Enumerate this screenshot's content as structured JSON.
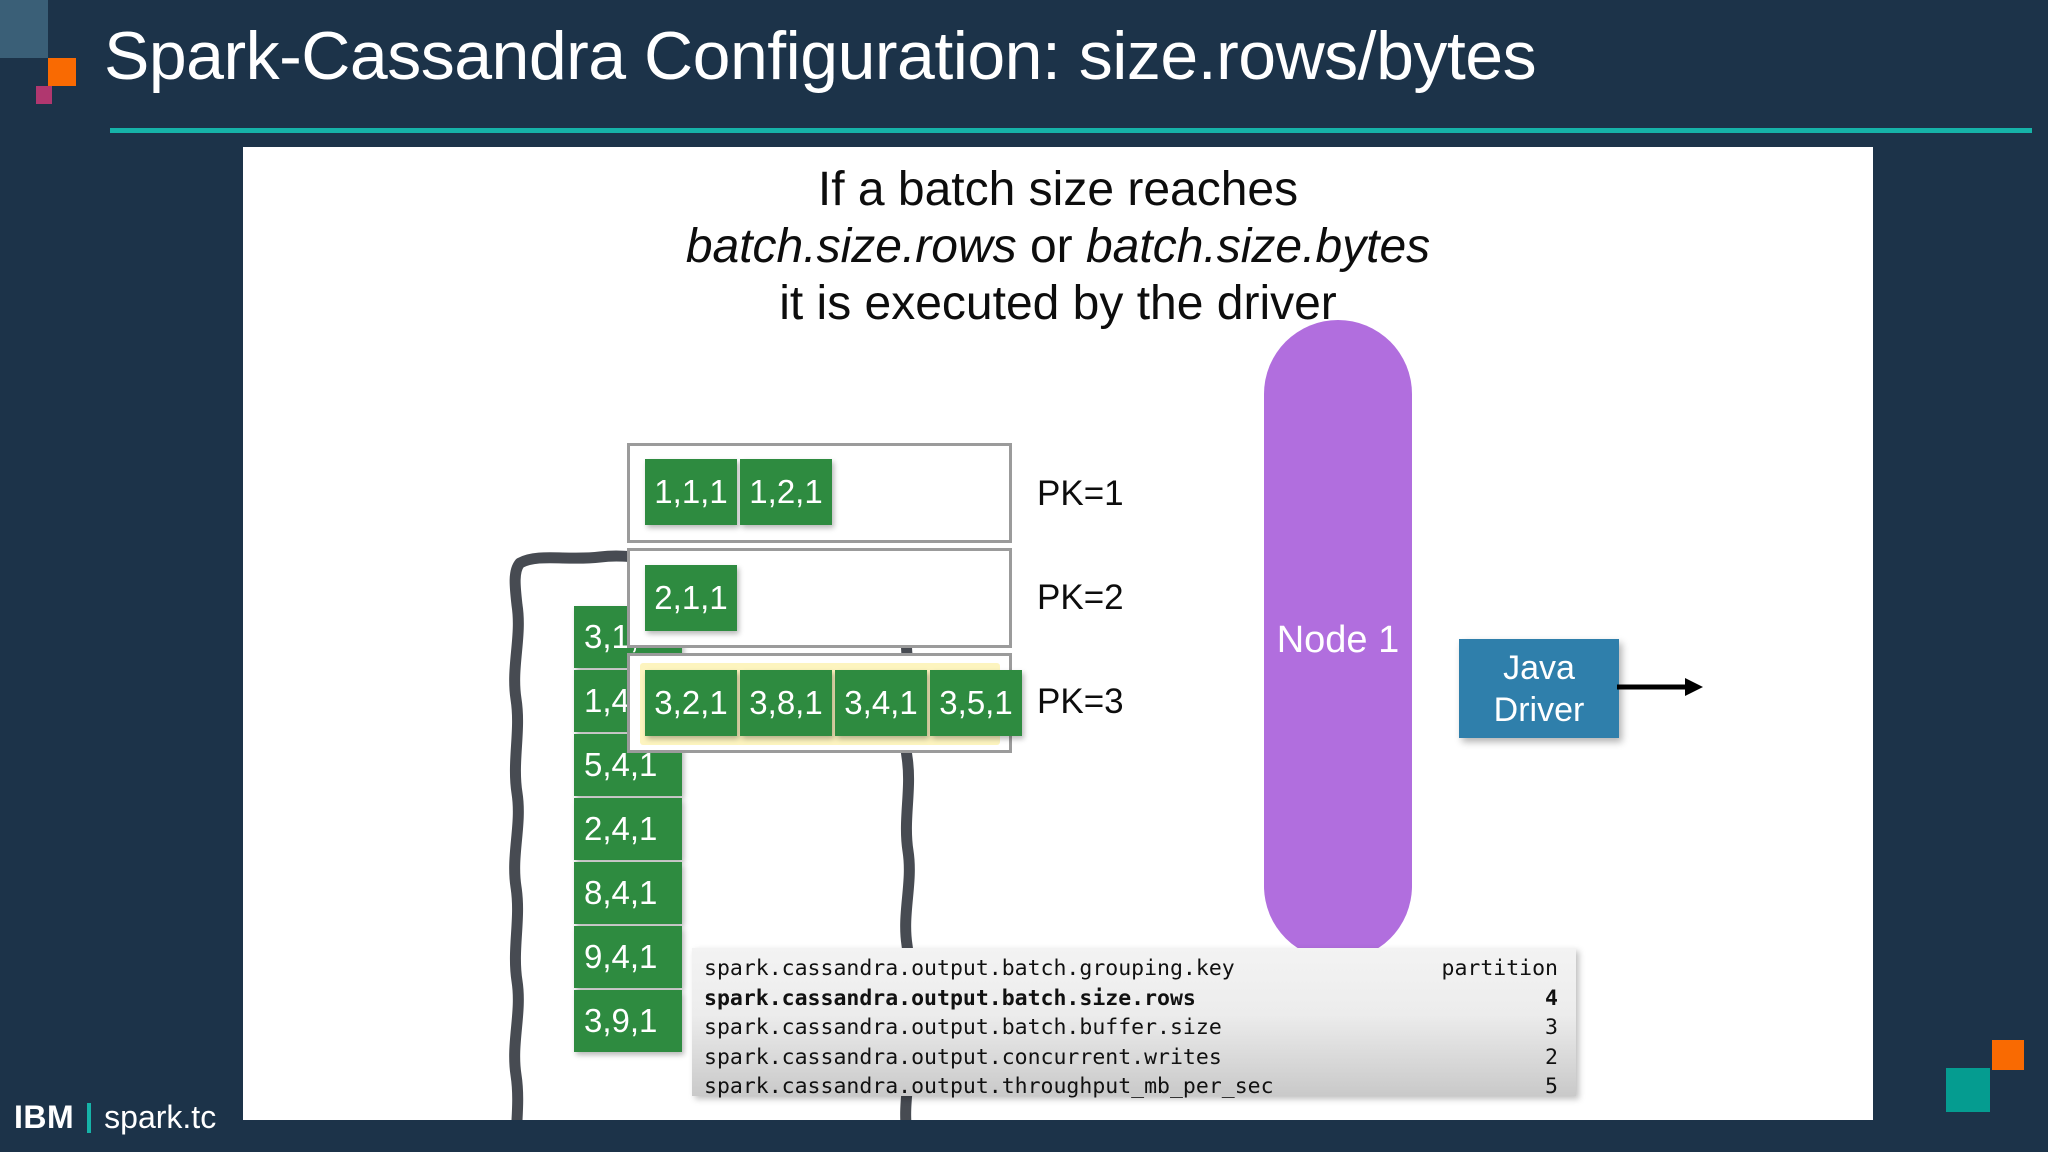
{
  "slide": {
    "title": "Spark-Cassandra Configuration:  size.rows/bytes",
    "accent_color": "#16b3a8",
    "background_color": "#1c3349",
    "panel_background": "#ffffff"
  },
  "headline": {
    "line1": "If a batch size reaches",
    "line2_a": "batch.size.rows",
    "line2_or": " or ",
    "line2_b": "batch.size.bytes",
    "line3": "it is executed by the driver"
  },
  "source_partition": {
    "rows": [
      "3,1,1",
      "1,4,1",
      "5,4,1",
      "2,4,1",
      "8,4,1",
      "9,4,1",
      "3,9,1"
    ]
  },
  "groups": [
    {
      "label": "PK=1",
      "cells": [
        "1,1,1",
        "1,2,1"
      ],
      "highlighted": false
    },
    {
      "label": "PK=2",
      "cells": [
        "2,1,1"
      ],
      "highlighted": false
    },
    {
      "label": "PK=3",
      "cells": [
        "3,2,1",
        "3,8,1",
        "3,4,1",
        "3,5,1"
      ],
      "highlighted": true
    }
  ],
  "driver": {
    "line1": "Java",
    "line2": "Driver",
    "color": "#2f7fab"
  },
  "node": {
    "label": "Node 1",
    "color": "#b16ede"
  },
  "config": {
    "rows": [
      {
        "key": "spark.cassandra.output.batch.grouping.key",
        "value": "partition",
        "bold": false
      },
      {
        "key": "spark.cassandra.output.batch.size.rows",
        "value": "4",
        "bold": true
      },
      {
        "key": "spark.cassandra.output.batch.buffer.size",
        "value": "3",
        "bold": false
      },
      {
        "key": "spark.cassandra.output.concurrent.writes",
        "value": "2",
        "bold": false
      },
      {
        "key": "spark.cassandra.output.throughput_mb_per_sec",
        "value": "5",
        "bold": false
      }
    ]
  },
  "footer": {
    "brand": "IBM",
    "site": "spark.tc"
  },
  "colors": {
    "cell_green": "#2e8b40",
    "highlight_yellow": "#fdf4bf",
    "orange": "#f96a02",
    "magenta": "#b0376f",
    "teal": "#059c90"
  }
}
